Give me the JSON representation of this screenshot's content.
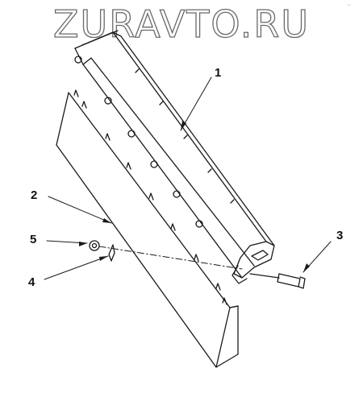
{
  "watermark": {
    "text": "ZURAVTO.RU"
  },
  "corner_mark": "~",
  "callouts": [
    {
      "id": "1",
      "label": "1"
    },
    {
      "id": "2",
      "label": "2"
    },
    {
      "id": "3",
      "label": "3"
    },
    {
      "id": "4",
      "label": "4"
    },
    {
      "id": "5",
      "label": "5"
    }
  ],
  "colors": {
    "line": "#1a1a1a",
    "watermark_outline": "#6a6a6a",
    "background": "#ffffff"
  }
}
